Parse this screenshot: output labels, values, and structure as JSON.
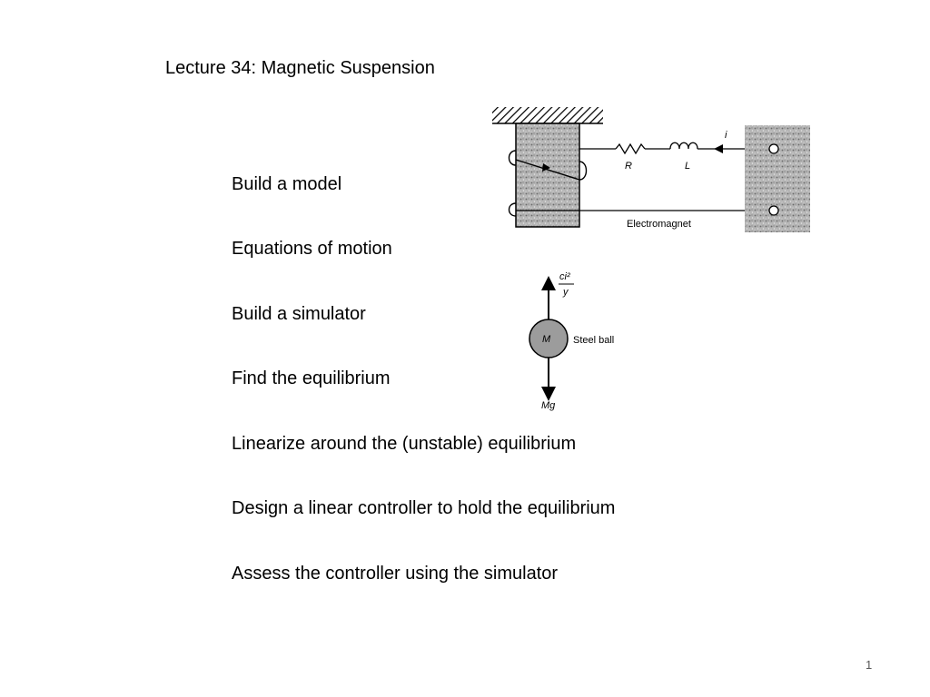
{
  "slide": {
    "title": "Lecture 34: Magnetic Suspension",
    "bullets": [
      "Build a model",
      "Equations of motion",
      "Build a simulator",
      "Find the equilibrium",
      "Linearize around the (unstable) equilibrium",
      "Design a linear controller to hold the equilibrium",
      "Assess the controller using the simulator"
    ],
    "page_number": "1"
  },
  "diagram": {
    "resistor_label": "R",
    "inductor_label": "L",
    "current_label": "i",
    "electromagnet_label": "Electromagnet",
    "force_numerator": "ci²",
    "force_denominator": "y",
    "ball_mass_label": "M",
    "ball_label": "Steel ball",
    "weight_label": "Mg"
  }
}
